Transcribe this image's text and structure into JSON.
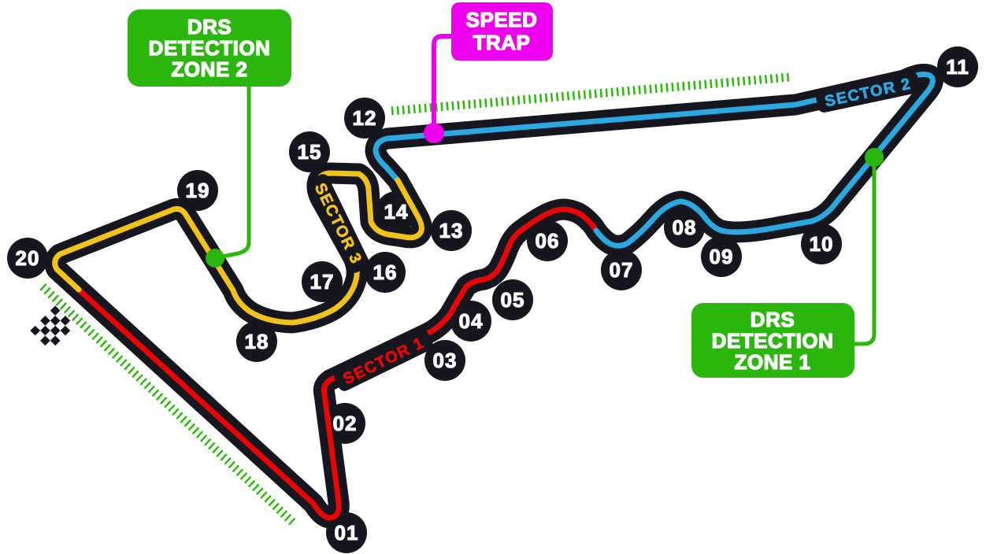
{
  "map": {
    "background": "#ffffff",
    "track_color": "#16161f",
    "turns": [
      {
        "label": "01"
      },
      {
        "label": "02"
      },
      {
        "label": "03"
      },
      {
        "label": "04"
      },
      {
        "label": "05"
      },
      {
        "label": "06"
      },
      {
        "label": "07"
      },
      {
        "label": "08"
      },
      {
        "label": "09"
      },
      {
        "label": "10"
      },
      {
        "label": "11"
      },
      {
        "label": "12"
      },
      {
        "label": "13"
      },
      {
        "label": "14"
      },
      {
        "label": "15"
      },
      {
        "label": "16"
      },
      {
        "label": "17"
      },
      {
        "label": "18"
      },
      {
        "label": "19"
      },
      {
        "label": "20"
      }
    ],
    "sectors": {
      "sector1": {
        "label": "SECTOR 1",
        "color": "#e80505"
      },
      "sector2": {
        "label": "SECTOR 2",
        "color": "#2ca8e0"
      },
      "sector3": {
        "label": "SECTOR 3",
        "color": "#f0c21a"
      }
    },
    "callouts": {
      "drs_zone_2": {
        "line1": "DRS",
        "line2": "DETECTION",
        "line3": "ZONE 2",
        "color": "#2bb60d"
      },
      "drs_zone_1": {
        "line1": "DRS",
        "line2": "DETECTION",
        "line3": "ZONE 1",
        "color": "#2bb60d"
      },
      "speed_trap": {
        "line1": "SPEED",
        "line2": "TRAP",
        "color": "#ee00ee"
      }
    },
    "icons": {
      "checkered_flag": "checkered-flag-icon",
      "drs_detection_point_1": "drs-detection-dot",
      "drs_detection_point_2": "drs-detection-dot",
      "speed_trap_point": "speed-trap-dot",
      "drs_zone_marks": "drs-zone-dashed-line"
    }
  }
}
